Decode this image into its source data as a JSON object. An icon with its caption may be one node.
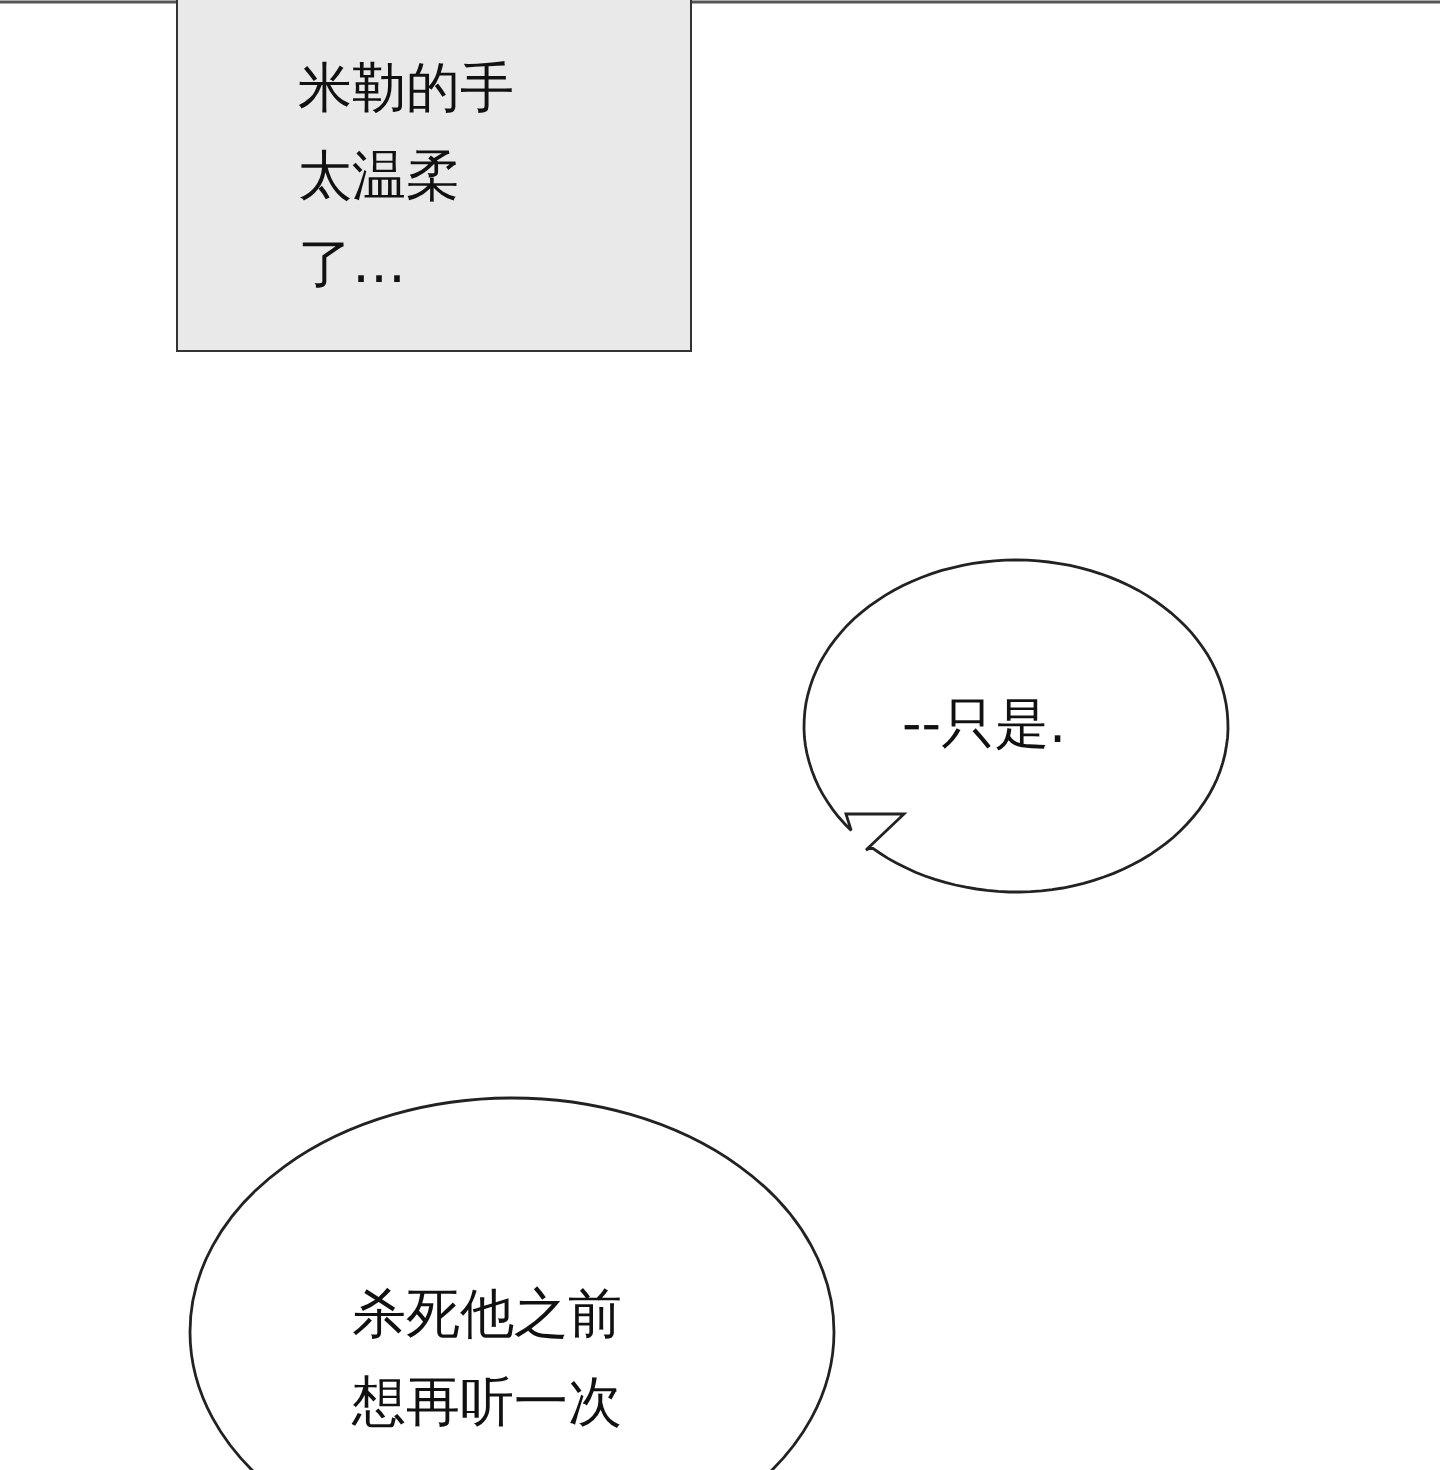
{
  "diagram": {
    "nodes": [
      {
        "text": [
          "米勒的手太温柔了…"
        ]
      },
      {
        "text": [
          "--只是."
        ]
      },
      {
        "text": [
          "杀死他之前想再听一次"
        ]
      }
    ]
  }
}
